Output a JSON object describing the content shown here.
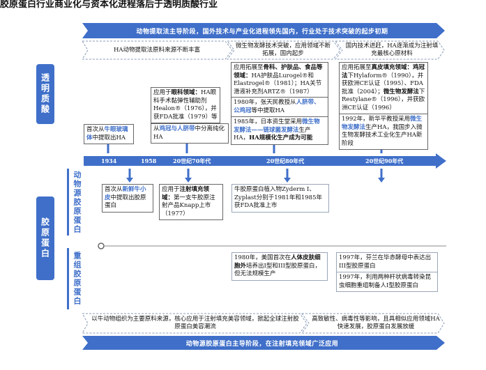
{
  "title": "胶原蛋白行业商业化与资本化进程落后于透明质酸行业",
  "top_banner": "动物提取法主导阶段，国外技术与产业化进程领先国内，行业处于技术突破的起步初期",
  "bottom_banner": "动物源胶原蛋白主导阶段，在注射填充领域广泛应用",
  "top_chevrons": [
    "HA动物提取法原料来源不断丰富",
    "微生物发酵技术突破，应用领域不断拓展，国内起步",
    "国内技术进赶，HA逐渐成为注射填充最核心原材料"
  ],
  "bottom_chevrons": [
    "以牛动物组织为主要原料来源，核心应用于注射填充美容领域，掀起全球注射胶原蛋白美容潮流",
    "高致敏性、病毒性等影响，且具相似应用领域HA快速发展，胶原蛋白发展放缓"
  ],
  "categories": {
    "ha": "透明质酸",
    "collagen": "胶原蛋白",
    "animal": "动物源胶原蛋白",
    "recombinant": "重组胶原蛋白"
  },
  "timeline": [
    "1934",
    "1958",
    "20世纪70年代",
    "20世纪80年代",
    "20世纪90年代"
  ],
  "ha_events": {
    "e1934": {
      "pre": "首次从",
      "hl": "牛眼玻璃体",
      "post": "中提取出HA"
    },
    "e70s_top": {
      "p1": "应用于",
      "b1": "眼科领域：",
      "p2": "HA眼科手术黏弹性辅助剂Healon®（1976），并获FDA批准（1979）等"
    },
    "e70s_bottom": {
      "p1": "从",
      "hl1": "鸡冠与人脐带",
      "p2": "中分离纯化HA"
    },
    "e80s_top": {
      "p1": "应用拓展至",
      "b1": "骨科、护肤品、食品等领域：",
      "p2": "HA护肤品Lurogel®和Elastrogel®（1981）；HA关节滑液补充剂ARTZ®（1987）"
    },
    "e80s_mid": {
      "p1": "1980年，张天民教授从",
      "hl1": "人脐带、公鸡冠",
      "p2": "等中提取HA"
    },
    "e80s_bottom": {
      "p1": "1985年，日本资生堂采用",
      "hl1": "微生物发酵法——链球菌发酵法",
      "p2": "生产HA，",
      "b1": "HA规模化生产成为可能"
    },
    "e90s_top": {
      "p1": "应用拓展至",
      "b1": "真皮填充领域：",
      "b2": "鸡冠法",
      "p2": "下Hylaform®（1990），并获欧洲CE认证（1995）、FDA批准（2004）；",
      "b3": "微生物发酵法",
      "p3": "下Restylane®（1996），并获欧洲CE认证（1996）"
    },
    "e90s_bottom": {
      "p1": "1992年，新华平教授采用",
      "hl1": "微生物发酵法",
      "p2": "生产HA，我国步入微生物发酵技术工业化生产HA新阶段"
    }
  },
  "collagen_events": {
    "a1": {
      "p1": "首次从",
      "hl1": "新鲜牛小皮",
      "p2": "中提取出胶原蛋白"
    },
    "a2": {
      "p1": "应用于",
      "b1": "注射填充领域：",
      "p2": "第一支牛胶原注射产品Knapp上市（1977）"
    },
    "a3": {
      "p1": "牛胶原蛋白植入物Zyderm I、Zyplast分别于1981年和1985年获FDA批准上市"
    },
    "r1": {
      "p1": "1980年，美国首次在",
      "b1": "人体皮肤细胞外",
      "p2": "培养出I型和III型胶原蛋白，但无法规模生产"
    },
    "r2": {
      "p1": "1997年，芬兰在毕赤酵母中表达出III型胶原蛋白"
    },
    "r3": {
      "p1": "1997年，利用两种杆状病毒转染昆虫细胞重组制备人I型胶原蛋白"
    }
  },
  "colors": {
    "accent": "#3f6fc9",
    "border": "#666666"
  }
}
